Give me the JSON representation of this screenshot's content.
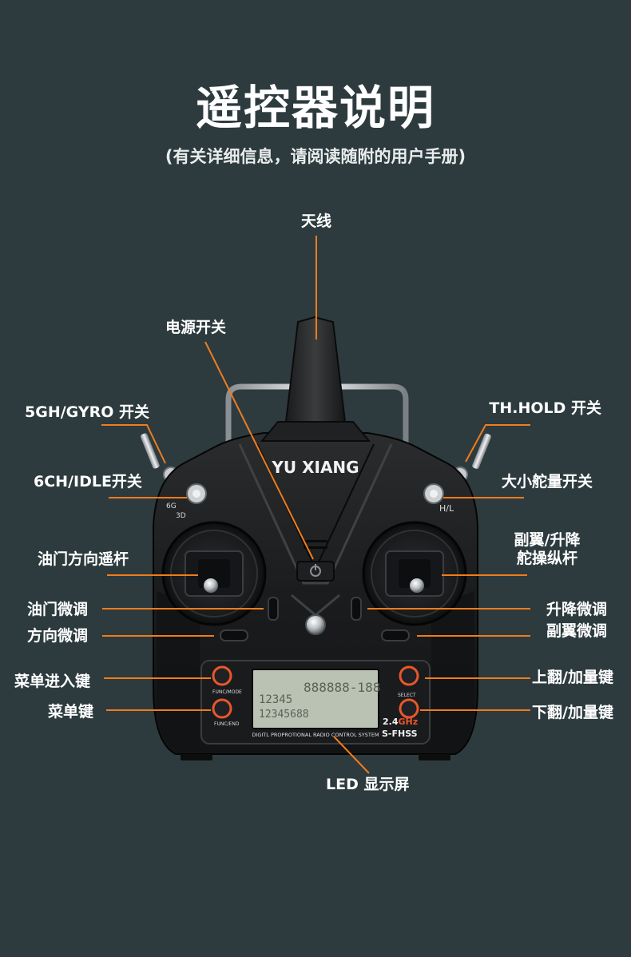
{
  "title": "遥控器说明",
  "subtitle": "(有关详细信息，请阅读随附的用户手册)",
  "labels": {
    "antenna": "天线",
    "power_switch": "电源开关",
    "gyro_switch": "5GH/GYRO 开关",
    "th_hold_switch": "TH.HOLD 开关",
    "idle_switch": "6CH/IDLE开关",
    "rate_switch": "大小舵量开关",
    "throttle_stick": "油门方向遥杆",
    "aileron_stick_line1": "副翼/升降",
    "aileron_stick_line2": "舵操纵杆",
    "throttle_trim": "油门微调",
    "elevator_trim": "升降微调",
    "rudder_trim": "方向微调",
    "aileron_trim": "副翼微调",
    "menu_enter_key": "菜单进入键",
    "page_up_key": "上翻/加量键",
    "menu_key": "菜单键",
    "page_down_key": "下翻/加量键",
    "led_display": "LED 显示屏"
  },
  "device": {
    "brand": "YU XIANG",
    "switch_6g": "6G",
    "switch_3d": "3D",
    "switch_hl": "H/L",
    "func_mode": "FUNC/MODE",
    "func_end": "FUNC/END",
    "select": "SELECT",
    "freq_num": "2.4",
    "freq_unit": "GHz",
    "fhss": "S-FHSS",
    "system_text": "DIGITL PROPROTIONAL RADIO CONTROL SYSTEM",
    "lcd_row1": "12345",
    "lcd_row2": "12345688",
    "lcd_row3": "888888-188"
  },
  "colors": {
    "background": "#2d3b3f",
    "leader_line": "#f07c1c",
    "button_ring": "#e8572a",
    "lcd": "#b9c2b3"
  }
}
